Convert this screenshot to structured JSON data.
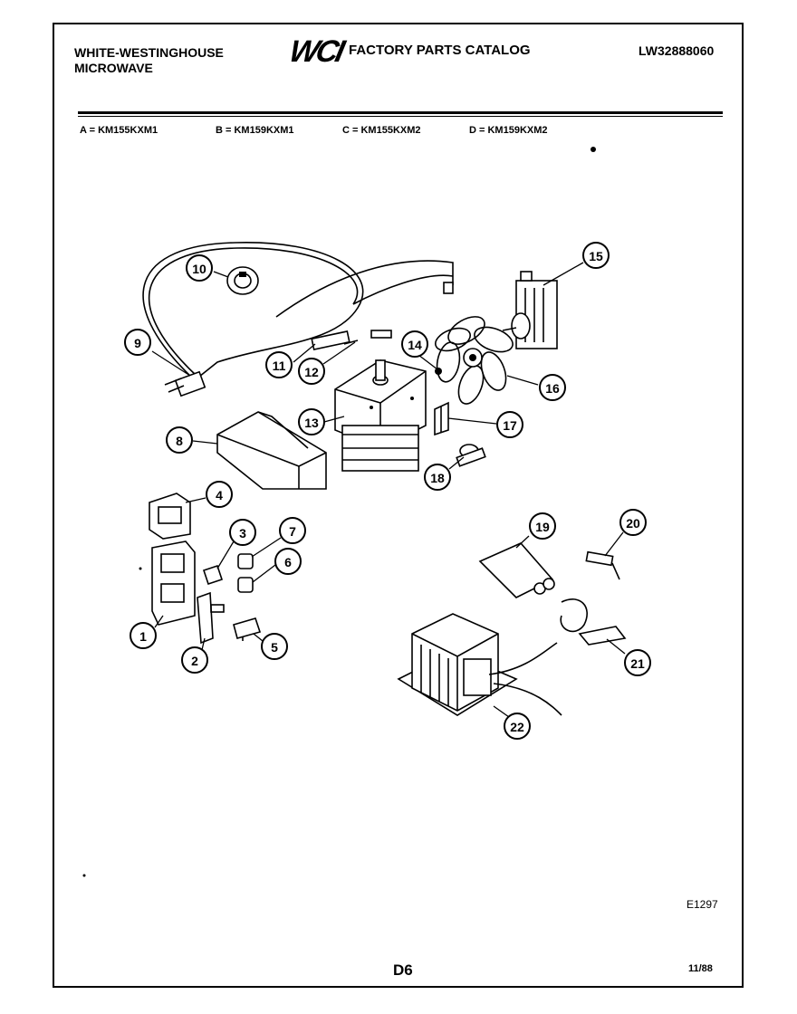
{
  "header": {
    "brand_line1": "WHITE-WESTINGHOUSE",
    "brand_line2": "MICROWAVE",
    "logo": "WCI",
    "catalog_title": "FACTORY PARTS CATALOG",
    "part_number": "LW32888060"
  },
  "models": [
    "A = KM155KXM1",
    "B = KM159KXM1",
    "C = KM155KXM2",
    "D = KM159KXM2"
  ],
  "callouts": [
    "1",
    "2",
    "3",
    "4",
    "5",
    "6",
    "7",
    "8",
    "9",
    "10",
    "11",
    "12",
    "13",
    "14",
    "15",
    "16",
    "17",
    "18",
    "19",
    "20",
    "21",
    "22"
  ],
  "footer": {
    "illustration_code": "E1297",
    "page_code": "D6",
    "date": "11/88"
  }
}
